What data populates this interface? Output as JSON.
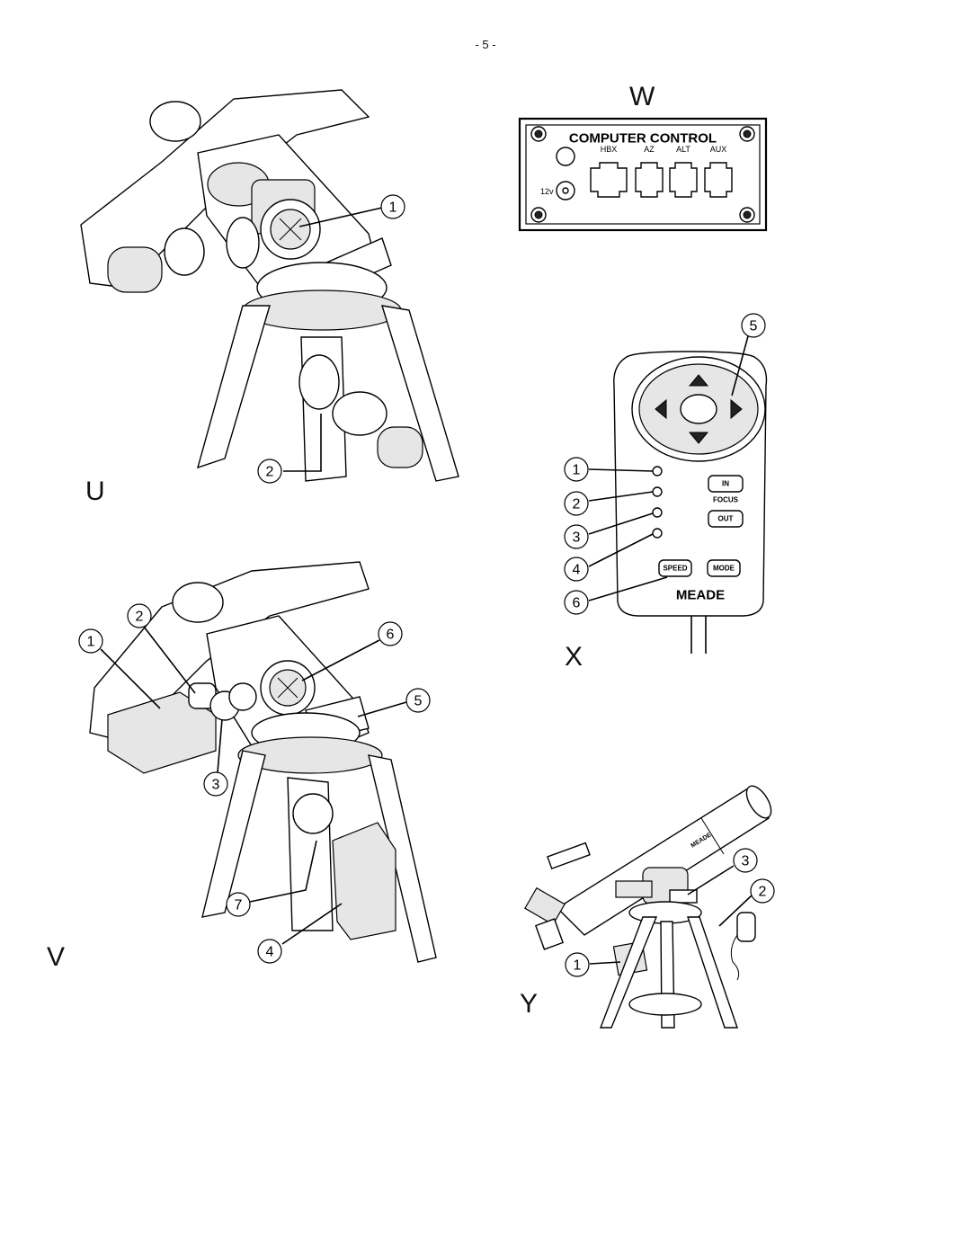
{
  "page_number": "- 5 -",
  "figures": {
    "U": {
      "label": "U",
      "callouts": [
        "1",
        "2"
      ]
    },
    "V": {
      "label": "V",
      "callouts": [
        "1",
        "2",
        "3",
        "4",
        "5",
        "6",
        "7"
      ]
    },
    "W": {
      "label": "W",
      "panel_title": "COMPUTER CONTROL",
      "ports": [
        "HBX",
        "AZ",
        "ALT",
        "AUX"
      ],
      "power_label": "12v"
    },
    "X": {
      "label": "X",
      "callouts": [
        "1",
        "2",
        "3",
        "4",
        "5",
        "6"
      ],
      "buttons": {
        "in": "IN",
        "focus": "FOCUS",
        "out": "OUT",
        "speed": "SPEED",
        "mode": "MODE"
      },
      "brand": "MEADE"
    },
    "Y": {
      "label": "Y",
      "callouts": [
        "1",
        "2",
        "3"
      ],
      "tube_brand": "MEADE"
    }
  }
}
